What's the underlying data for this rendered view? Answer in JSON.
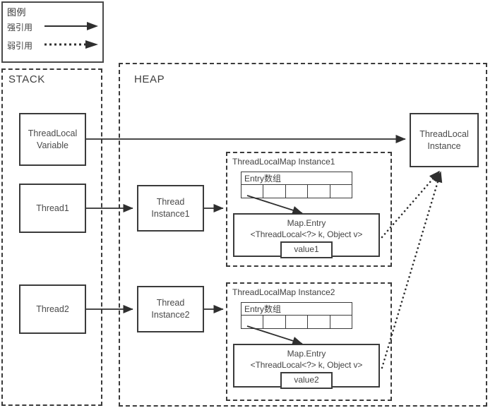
{
  "legend": {
    "title": "图例",
    "rows": [
      {
        "label": "强引用",
        "style": "solid",
        "icon": "solid-arrow-icon"
      },
      {
        "label": "弱引用",
        "style": "dotted",
        "icon": "dotted-arrow-icon"
      }
    ]
  },
  "regions": {
    "stack": {
      "label": "STACK"
    },
    "heap": {
      "label": "HEAP"
    }
  },
  "stack_nodes": [
    {
      "line1": "ThreadLocal",
      "line2": "Variable"
    },
    {
      "line1": "Thread1",
      "line2": ""
    },
    {
      "line1": "Thread2",
      "line2": ""
    }
  ],
  "heap_nodes": [
    {
      "line1": "Thread",
      "line2": "Instance1"
    },
    {
      "line1": "Thread",
      "line2": "Instance2"
    },
    {
      "line1": "ThreadLocal",
      "line2": "Instance"
    }
  ],
  "threadlocalmaps": [
    {
      "label": "ThreadLocalMap Instance1",
      "entry_array": {
        "header": "Entry数组",
        "cells": [
          "",
          "",
          "",
          "",
          ""
        ]
      },
      "map_entry": {
        "title": "Map.Entry",
        "signature": "<ThreadLocal<?> k, Object v>",
        "value": "value1"
      }
    },
    {
      "label": "ThreadLocalMap Instance2",
      "entry_array": {
        "header": "Entry数组",
        "cells": [
          "",
          "",
          "",
          "",
          ""
        ]
      },
      "map_entry": {
        "title": "Map.Entry",
        "signature": "<ThreadLocal<?> k, Object v>",
        "value": "value2"
      }
    }
  ],
  "colors": {
    "stroke": "#3b3b3b",
    "text": "#454545",
    "background": "#ffffff"
  },
  "edges": [
    {
      "from": "ThreadLocal Variable",
      "to": "ThreadLocal Instance",
      "type": "strong"
    },
    {
      "from": "Thread1",
      "to": "Thread Instance1",
      "type": "strong"
    },
    {
      "from": "Thread Instance1",
      "to": "ThreadLocalMap Instance1",
      "type": "strong"
    },
    {
      "from": "Entry数组",
      "to": "Map.Entry value1",
      "type": "strong"
    },
    {
      "from": "Thread2",
      "to": "Thread Instance2",
      "type": "strong"
    },
    {
      "from": "Thread Instance2",
      "to": "ThreadLocalMap Instance2",
      "type": "strong"
    },
    {
      "from": "Entry数组",
      "to": "Map.Entry value2",
      "type": "strong"
    },
    {
      "from": "Map.Entry value1",
      "to": "ThreadLocal Instance",
      "type": "weak"
    },
    {
      "from": "Map.Entry value2",
      "to": "ThreadLocal Instance",
      "type": "weak"
    }
  ]
}
